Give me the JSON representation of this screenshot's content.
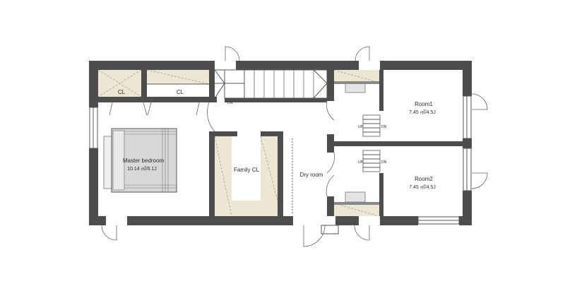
{
  "rooms": {
    "cl_left": {
      "label": "CL"
    },
    "cl_right": {
      "label": "CL"
    },
    "master": {
      "name": "Master bedroom",
      "size": "10.14 ㎡/6.1J"
    },
    "family_cl": {
      "label": "Family CL"
    },
    "dry_room": {
      "label": "Dry room"
    },
    "room1": {
      "name": "Room1",
      "size": "7.45 ㎡/4.5J"
    },
    "room2": {
      "name": "Room2",
      "size": "7.45 ㎡/4.5J"
    }
  },
  "stairs": {
    "main_dn": "DN",
    "step_up_1": "UP",
    "step_dn_1": "DN",
    "step_up_2": "UP",
    "step_dn_2": "DN"
  },
  "colors": {
    "wall": "#4d4d4d",
    "closet_fill": "#ece6d2",
    "bed_fill": "#d8d8d8"
  }
}
